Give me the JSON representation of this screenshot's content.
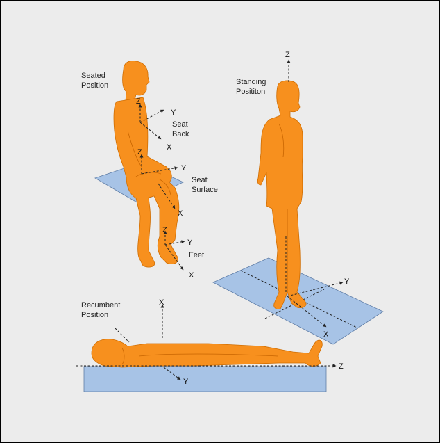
{
  "labels": {
    "seated": [
      "Seated",
      "Position"
    ],
    "standing": [
      "Standing",
      "Posititon"
    ],
    "recumbent": [
      "Recumbent",
      "Position"
    ],
    "seat_back": [
      "Seat",
      "Back"
    ],
    "seat_surface": [
      "Seat",
      "Surface"
    ],
    "feet": "Feet"
  },
  "axes": {
    "x": "X",
    "y": "Y",
    "z": "Z"
  },
  "colors": {
    "body": "#f7901e",
    "support": "#a7c3e6",
    "background": "#ececec"
  }
}
